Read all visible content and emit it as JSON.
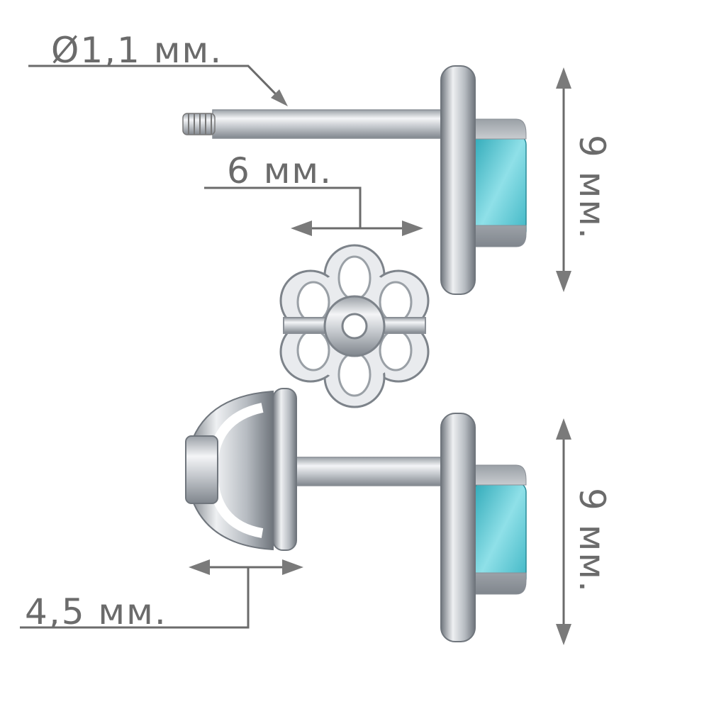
{
  "dimensions": {
    "post_diameter": "Ø1,1 мм.",
    "post_length": "6 мм.",
    "top_height": "9 мм.",
    "bottom_height": "9 мм.",
    "backing_depth": "4,5 мм."
  },
  "colors": {
    "annotation": "#6b6b6b",
    "metal": "#c9ccd1",
    "metal_dark": "#8a8f96",
    "gem": "#4fc3d0"
  }
}
